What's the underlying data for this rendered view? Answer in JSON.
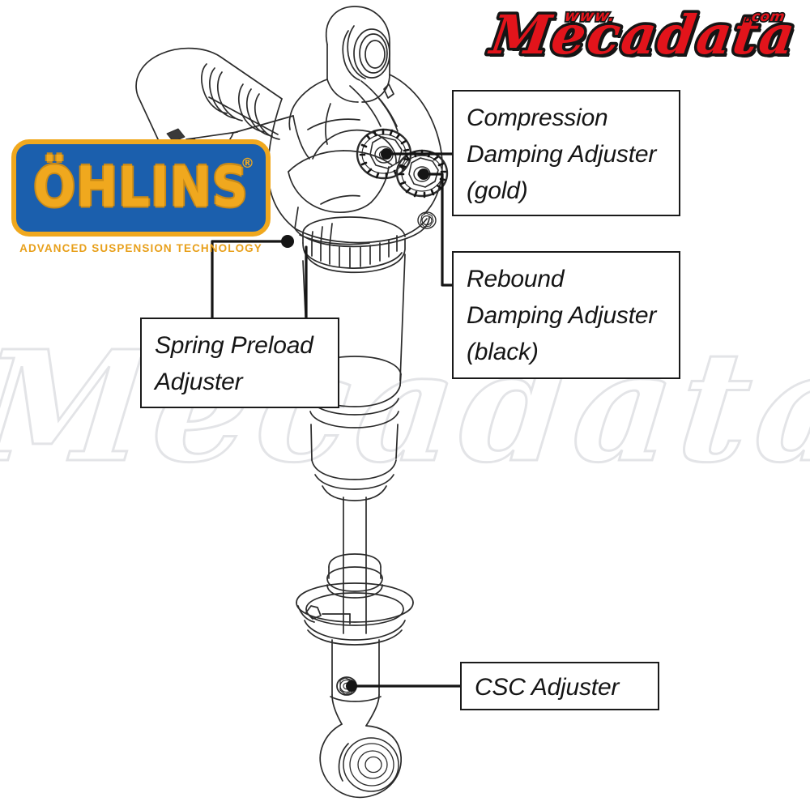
{
  "page": {
    "title": "Öhlins Shock Absorber Adjuster Diagram",
    "background_color": "#ffffff"
  },
  "watermark": {
    "text": "Mecadata",
    "color": "#e6e7e9"
  },
  "brand_logo": {
    "name": "mecadata-logo",
    "main_text": "Mecadata",
    "prefix_text": "www.",
    "suffix_text": ".com",
    "fill_color": "#e2141b",
    "outline_color": "#1a1a1a"
  },
  "product_logo": {
    "name": "ohlins-logo",
    "wordmark": "ÖHLINS",
    "registered_mark": "®",
    "tagline": "ADVANCED  SUSPENSION  TECHNOLOGY",
    "plate_color": "#1b5fad",
    "border_color": "#f0a81e",
    "text_color": "#f0a81e",
    "tagline_color": "#e8a01b"
  },
  "callouts": [
    {
      "id": "compression",
      "name": "callout-compression-damping-adjuster",
      "lines": [
        "Compression",
        "Damping Adjuster",
        "(gold)"
      ],
      "target": "gold compression adjuster knob"
    },
    {
      "id": "rebound",
      "name": "callout-rebound-damping-adjuster",
      "lines": [
        "Rebound",
        "Damping Adjuster",
        "(black)"
      ],
      "target": "black rebound adjuster knob"
    },
    {
      "id": "preload",
      "name": "callout-spring-preload-adjuster",
      "lines": [
        "Spring Preload",
        "Adjuster"
      ],
      "target": "hydraulic preload collar"
    },
    {
      "id": "csc",
      "name": "callout-csc-adjuster",
      "lines": [
        "CSC Adjuster"
      ],
      "target": "lower eyelet csc screw"
    }
  ],
  "diagram": {
    "name": "shock-absorber-line-drawing",
    "line_color": "#2b2b2b",
    "parts": [
      "top-eyelet-mount",
      "piggyback-reservoir",
      "adjuster-body",
      "compression-adjuster-knob",
      "rebound-adjuster-knob",
      "hydraulic-preload-collar",
      "shock-body-cylinder",
      "damper-shaft",
      "bump-stop-seal-head",
      "lower-eyelet-spherical-bearing",
      "csc-adjuster-screw"
    ]
  }
}
